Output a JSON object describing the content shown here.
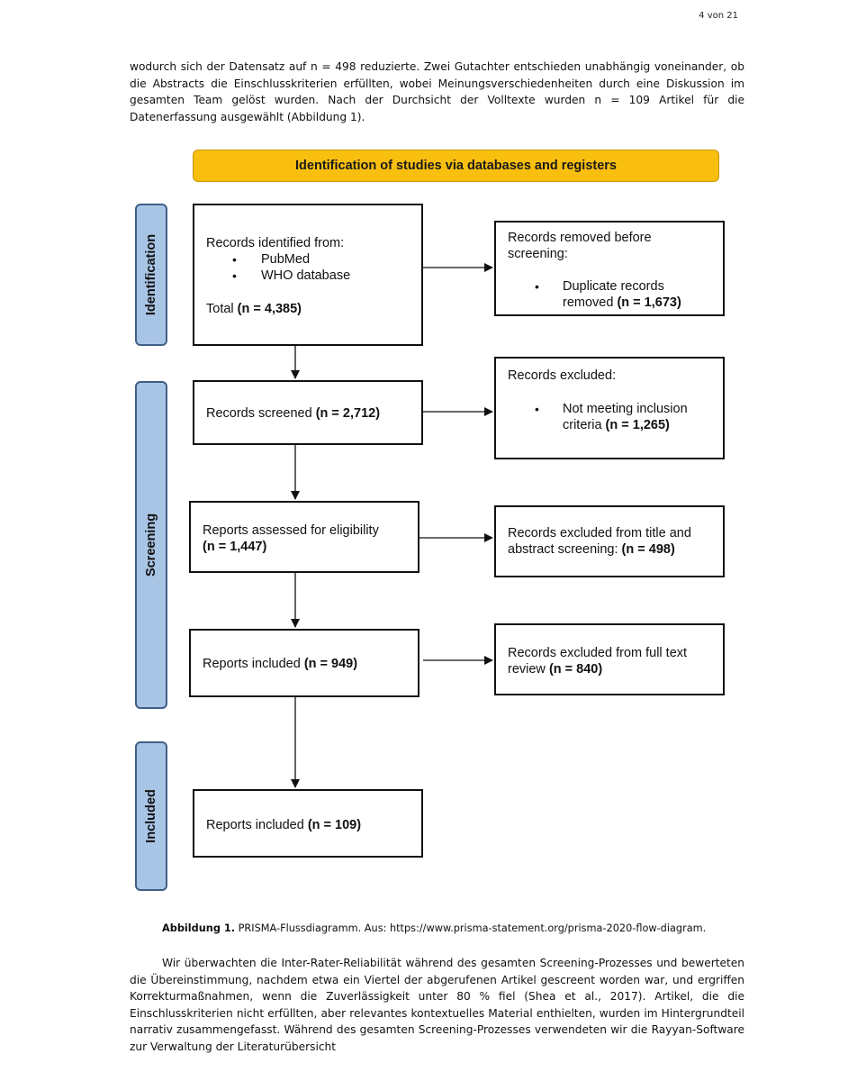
{
  "page_number": "4 von 21",
  "paragraph_top": "wodurch sich der Datensatz auf n = 498 reduzierte. Zwei Gutachter entschieden unabhängig voneinander, ob die Abstracts die Einschlusskriterien erfüllten, wobei Meinungsverschiedenheiten durch eine Diskussion im gesamten Team gelöst wurden. Nach der Durchsicht der Volltexte wurden n = 109 Artikel für die Datenerfassung ausgewählt (Abbildung 1).",
  "diagram": {
    "banner": "Identification of studies via databases and registers",
    "phases": {
      "identification": "Identification",
      "screening": "Screening",
      "included": "Included"
    },
    "identified": {
      "heading": "Records identified from:",
      "sources": [
        "PubMed",
        "WHO database"
      ],
      "total_label": "Total ",
      "total_value": "(n = 4,385)"
    },
    "removed": {
      "heading_line1": "Records removed before",
      "heading_line2": "screening:",
      "item_line1": "Duplicate records",
      "item_line2_label": "removed ",
      "item_line2_value": "(n = 1,673)"
    },
    "screened": {
      "label": "Records screened ",
      "value": "(n = 2,712)"
    },
    "excluded": {
      "heading": "Records excluded:",
      "item_line1": "Not meeting inclusion",
      "item_line2_label": "criteria ",
      "item_line2_value": "(n = 1,265)"
    },
    "assessed": {
      "line1": "Reports assessed for eligibility",
      "value": "(n = 1,447)"
    },
    "excluded_title": {
      "line1": "Records excluded from title and",
      "line2_label": "abstract screening: ",
      "line2_value": "(n = 498)"
    },
    "reports_included_screen": {
      "label": "Reports included ",
      "value": "(n = 949)"
    },
    "excluded_fulltext": {
      "line1": "Records excluded from full text",
      "line2_label": "review ",
      "line2_value": "(n = 840)"
    },
    "reports_included_final": {
      "label": "Reports included ",
      "value": "(n = 109)"
    }
  },
  "caption": {
    "label": "Abbildung 1.",
    "text": " PRISMA-Flussdiagramm. Aus: https://www.prisma-statement.org/prisma-2020-flow-diagram."
  },
  "paragraph_bottom": "Wir überwachten die Inter-Rater-Reliabilität während des gesamten Screening-Prozesses und bewerteten die Übereinstimmung, nachdem etwa ein Viertel der abgerufenen Artikel gescreent worden war, und ergriffen Korrekturmaßnahmen, wenn die Zuverlässigkeit unter 80 % fiel (Shea et al., 2017). Artikel, die die Einschlusskriterien nicht erfüllten, aber relevantes kontextuelles Material enthielten, wurden im Hintergrundteil narrativ zusammengefasst. Während des gesamten Screening-Prozesses verwendeten wir die Rayyan-Software zur Verwaltung der Literaturübersicht",
  "colors": {
    "banner": "#f9bf0f",
    "phase_fill": "#a9c5e6",
    "phase_border": "#3f5f86"
  }
}
